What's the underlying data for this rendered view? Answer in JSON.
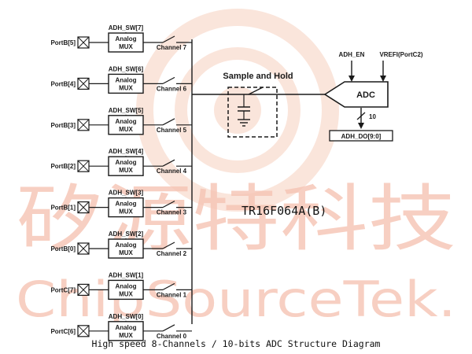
{
  "watermark": {
    "cn_text": "矽源特科技",
    "en_text": "ChipSourceTek.",
    "color": "#f6c4b4",
    "logo_color": "#f7d0bf"
  },
  "chip_label": "TR16F064A(B)",
  "caption": "High speed 8-Channels / 10-bits ADC Structure Diagram",
  "mux_text_line1": "Analog",
  "mux_text_line2": "MUX",
  "channels": [
    {
      "port": "PortB[5]",
      "sw": "ADH_SW[7]",
      "channel": "Channel 7"
    },
    {
      "port": "PortB[4]",
      "sw": "ADH_SW[6]",
      "channel": "Channel 6"
    },
    {
      "port": "PortB[3]",
      "sw": "ADH_SW[5]",
      "channel": "Channel 5"
    },
    {
      "port": "PortB[2]",
      "sw": "ADH_SW[4]",
      "channel": "Channel 4"
    },
    {
      "port": "PortB[1]",
      "sw": "ADH_SW[3]",
      "channel": "Channel 3"
    },
    {
      "port": "PortB[0]",
      "sw": "ADH_SW[2]",
      "channel": "Channel 2"
    },
    {
      "port": "PortC[7]",
      "sw": "ADH_SW[1]",
      "channel": "Channel 1"
    },
    {
      "port": "PortC[6]",
      "sw": "ADH_SW[0]",
      "channel": "Channel 0"
    }
  ],
  "sample_hold": {
    "label": "Sample and Hold"
  },
  "adc": {
    "label": "ADC",
    "enable": "ADH_EN",
    "vref": "VREFI(PortC2)",
    "bits": "10",
    "output": "ADH_DO[9:0]"
  }
}
